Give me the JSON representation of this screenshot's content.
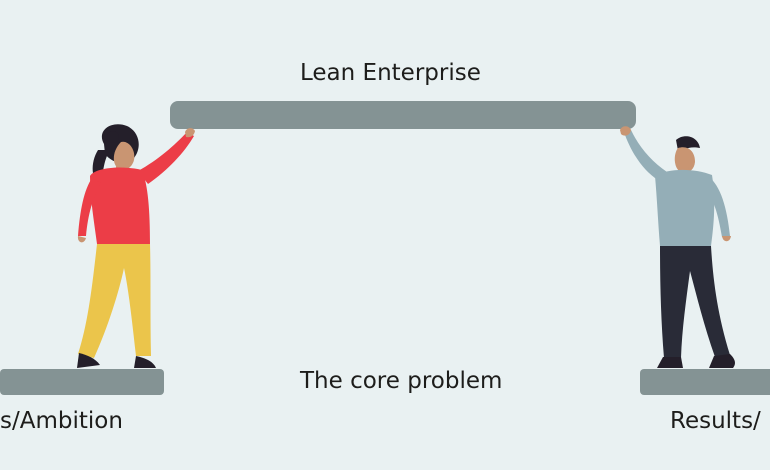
{
  "diagram": {
    "top_label": "Lean Enterprise",
    "bottom_label": "The core problem",
    "left_label": "s/Ambition",
    "right_label": "Results/"
  },
  "colors": {
    "background": "#e9f1f2",
    "beam": "#849394",
    "text": "#1d1d1b",
    "left_person_top": "#ec3d47",
    "left_person_pants": "#ebc54b",
    "right_person_top": "#94aeb7",
    "right_person_pants": "#292b37",
    "skin": "#c99572",
    "hair": "#241f2a"
  },
  "icons": [
    "beam-icon",
    "left-person-icon",
    "right-person-icon",
    "platform-icon"
  ]
}
